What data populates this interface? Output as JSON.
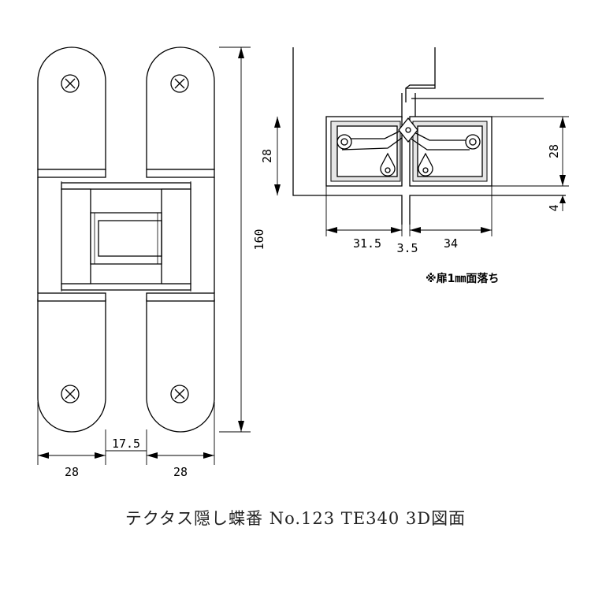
{
  "drawing": {
    "front_view": {
      "dim_width_left": "28",
      "dim_gap": "17.5",
      "dim_width_right": "28",
      "dim_height": "160"
    },
    "side_view": {
      "dim_left_depth": "28",
      "dim_right_depth": "28",
      "dim_offset": "4",
      "dim_left_width": "31.5",
      "dim_center_gap": "3.5",
      "dim_right_width": "34",
      "note": "※扉1㎜面落ち"
    }
  },
  "caption": "テクタス隠し蝶番 No.123 TE340 3D図面"
}
